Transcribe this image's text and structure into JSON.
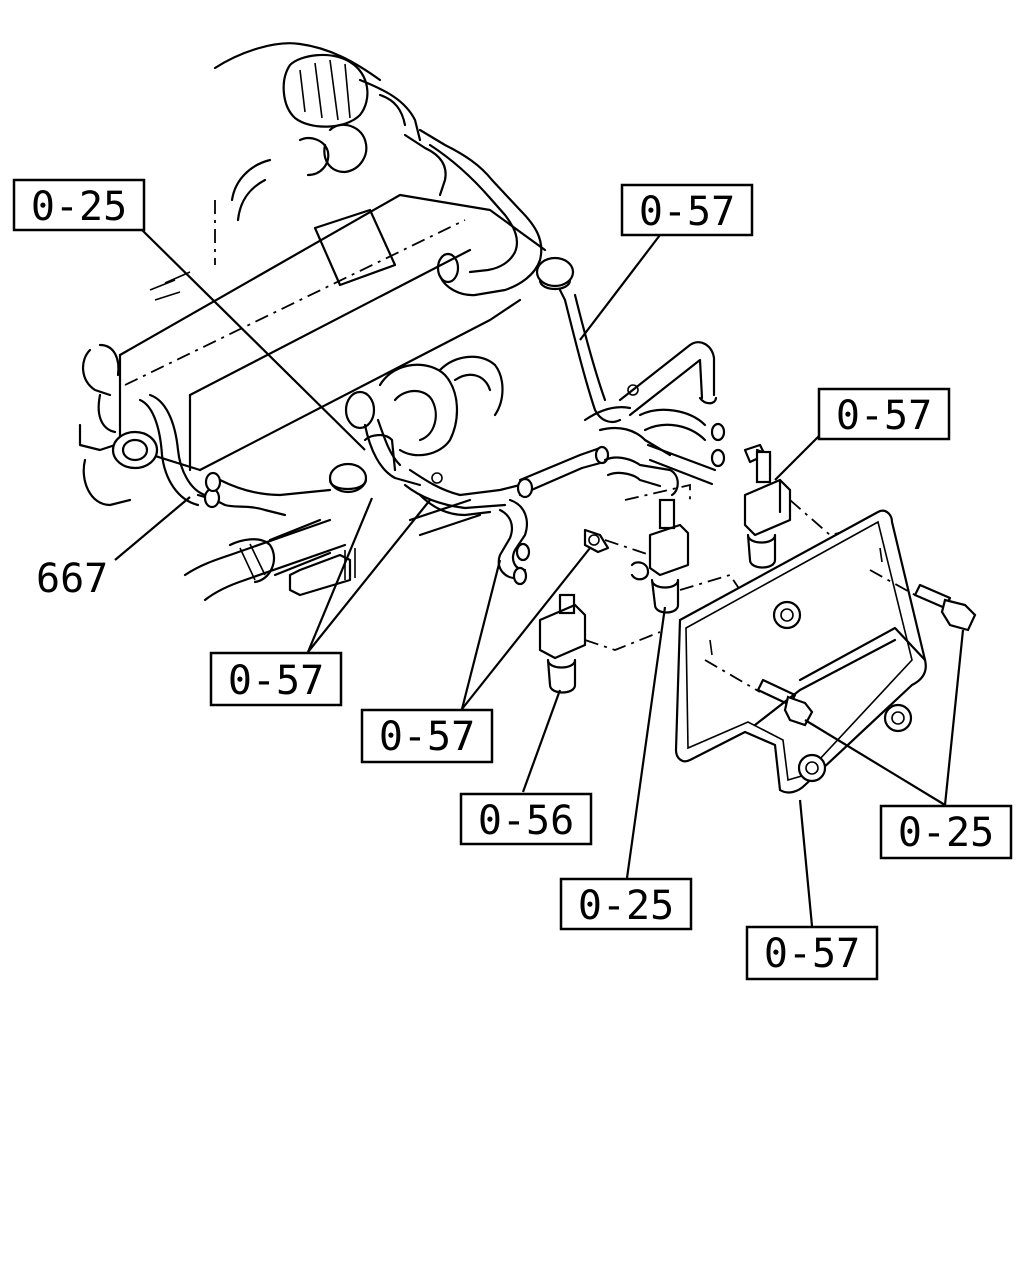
{
  "callouts": [
    {
      "id": "c1",
      "label": "0-25"
    },
    {
      "id": "c2",
      "label": "0-57"
    },
    {
      "id": "c3",
      "label": "0-57"
    },
    {
      "id": "c4",
      "label": "0-57"
    },
    {
      "id": "c5",
      "label": "0-57"
    },
    {
      "id": "c6",
      "label": "0-56"
    },
    {
      "id": "c7",
      "label": "0-25"
    },
    {
      "id": "c8",
      "label": "0-25"
    },
    {
      "id": "c9",
      "label": "0-57"
    }
  ],
  "part_label": "667"
}
